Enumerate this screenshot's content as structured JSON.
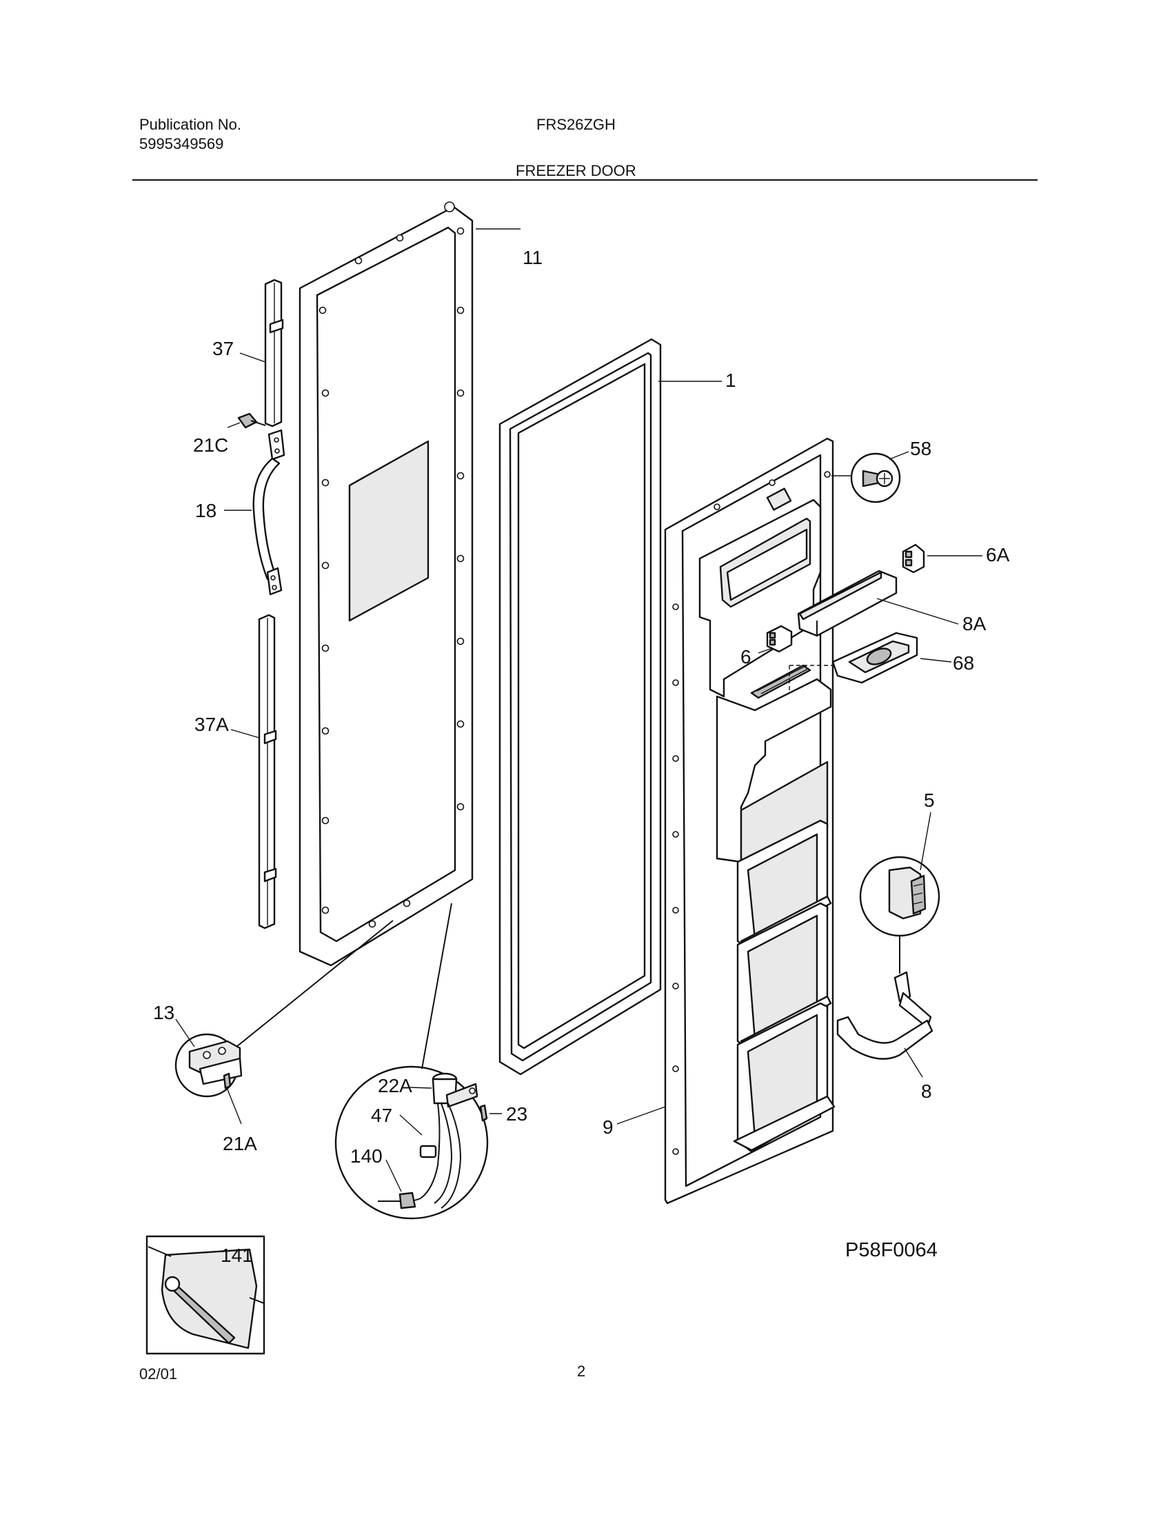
{
  "header": {
    "publication_label": "Publication No.",
    "publication_number": "5995349569",
    "model": "FRS26ZGH",
    "section_title": "FREEZER DOOR"
  },
  "diagram": {
    "code": "P58F0064",
    "callouts": {
      "c11": "11",
      "c1": "1",
      "c58": "58",
      "c6A": "6A",
      "c8A": "8A",
      "c6": "6",
      "c68": "68",
      "c37": "37",
      "c21C": "21C",
      "c18": "18",
      "c37A": "37A",
      "c5": "5",
      "c13": "13",
      "c21A": "21A",
      "c22A": "22A",
      "c47": "47",
      "c23": "23",
      "c140": "140",
      "c9": "9",
      "c8": "8",
      "c141": "141"
    }
  },
  "footer": {
    "date": "02/01",
    "page_number": "2"
  }
}
